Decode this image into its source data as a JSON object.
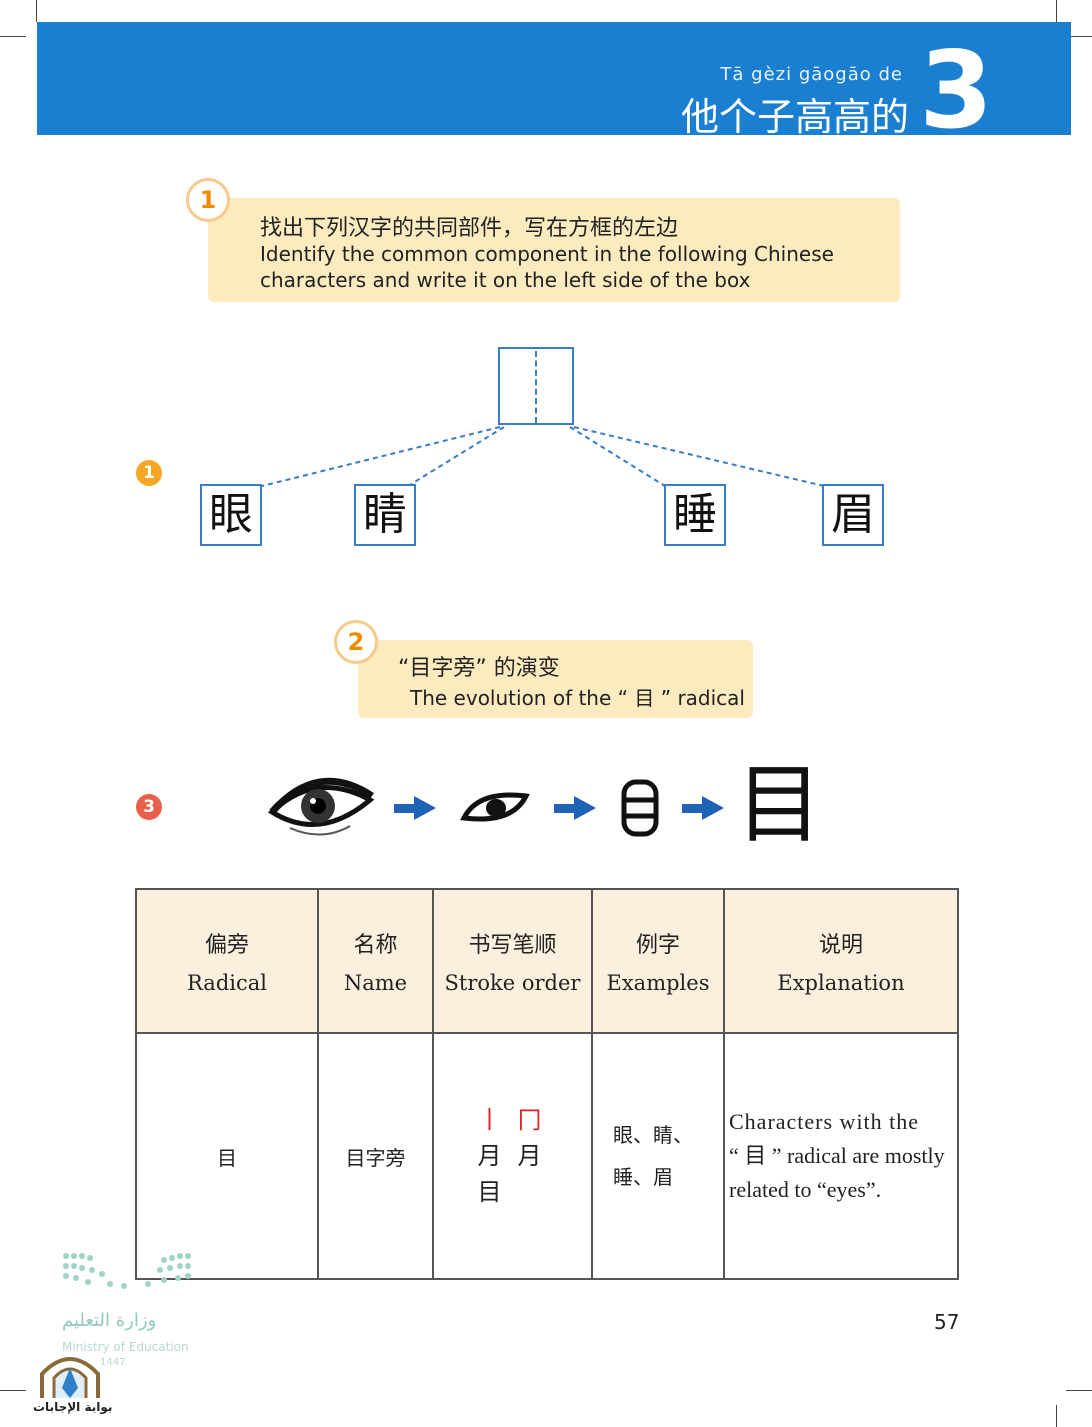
{
  "header": {
    "pinyin": "Tā   gèzi   gāogāo de",
    "title": "他个子高高的",
    "lesson_number": "3"
  },
  "activity1": {
    "number": "1",
    "instruction_cn": "找出下列汉字的共同部件，写在方框的左边",
    "instruction_en_line1": "Identify the common component in the following Chinese",
    "instruction_en_line2": "characters and write it on the left side of the box",
    "bullet": "1",
    "characters": [
      "眼",
      "睛",
      "睡",
      "眉"
    ]
  },
  "activity2": {
    "number": "2",
    "title_cn": "“目字旁” 的演变",
    "title_en": "The evolution of the “ 目 ” radical",
    "bullet": "3",
    "final_character": "目"
  },
  "table": {
    "headers": [
      {
        "cn": "偏旁",
        "en": "Radical"
      },
      {
        "cn": "名称",
        "en": "Name"
      },
      {
        "cn": "书写笔顺",
        "en": "Stroke order"
      },
      {
        "cn": "例字",
        "en": "Examples"
      },
      {
        "cn": "说明",
        "en": "Explanation"
      }
    ],
    "row": {
      "radical": "目",
      "name": "目字旁",
      "strokes": [
        "丨",
        "冂",
        "月",
        "月",
        "目"
      ],
      "examples_line1": "眼、睛、",
      "examples_line2": "睡、眉",
      "explanation_line1": "Characters with the",
      "explanation_line2": "“ 目 ” radical are mostly",
      "explanation_line3": "related to “eyes”."
    }
  },
  "footer": {
    "page_number": "57",
    "ministry_ar": "وزارة التعليم",
    "ministry_en": "Ministry of Education",
    "ministry_year": "1447",
    "site_label": "بوابة الإجابات"
  },
  "colors": {
    "header_blue": "#1a7fd0",
    "instruction_bg": "#fdebc0",
    "badge_orange": "#f08a00",
    "bullet_yellow": "#f5a623",
    "bullet_red": "#e8604c",
    "box_blue": "#3a7cc4",
    "arrow_blue": "#1f63b8",
    "table_head_bg": "#fbf0dd",
    "stroke_red": "#e02020"
  },
  "icons": [
    "eye-icon",
    "eye-pictograph-icon",
    "arrow-right-icon",
    "ancient-mu-glyph-icon",
    "ministry-logo-icon",
    "gate-logo-icon"
  ]
}
